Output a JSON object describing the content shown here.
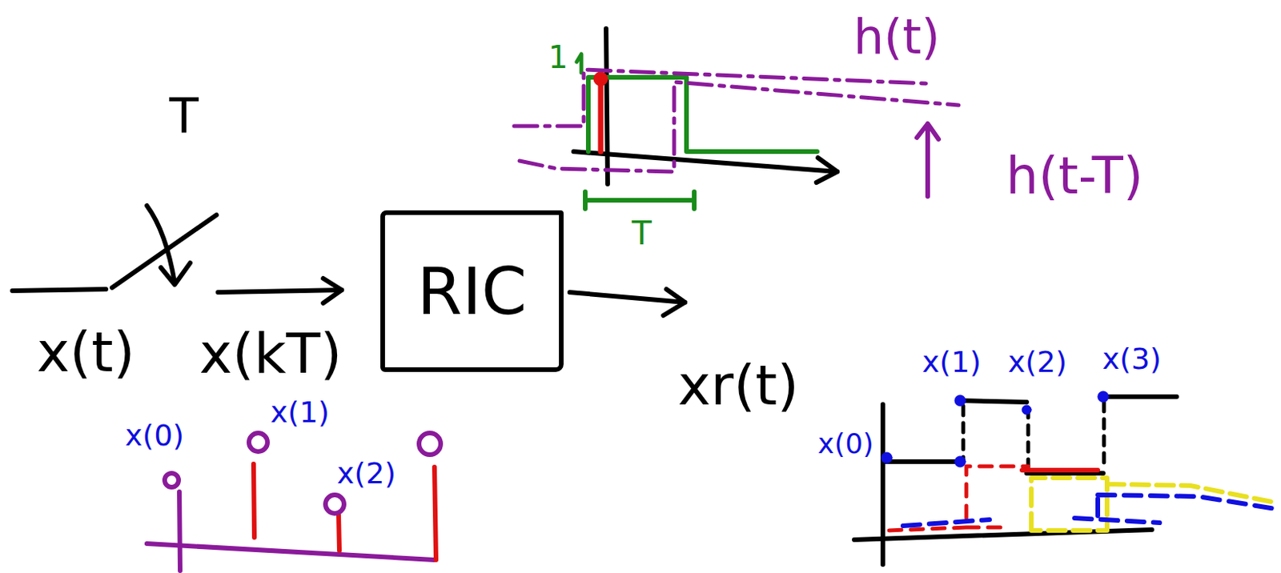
{
  "diagram": {
    "nodes": [
      {
        "text": [
          "RIC"
        ]
      }
    ],
    "labels": [
      "T",
      "x(t)",
      "x(kT)",
      "xr(t)",
      "h(t)",
      "h(t-T)",
      "1",
      "T",
      "x(0)",
      "x(1)",
      "x(2)",
      "x(0)",
      "x(1)",
      "x(2)",
      "x(3)"
    ]
  }
}
